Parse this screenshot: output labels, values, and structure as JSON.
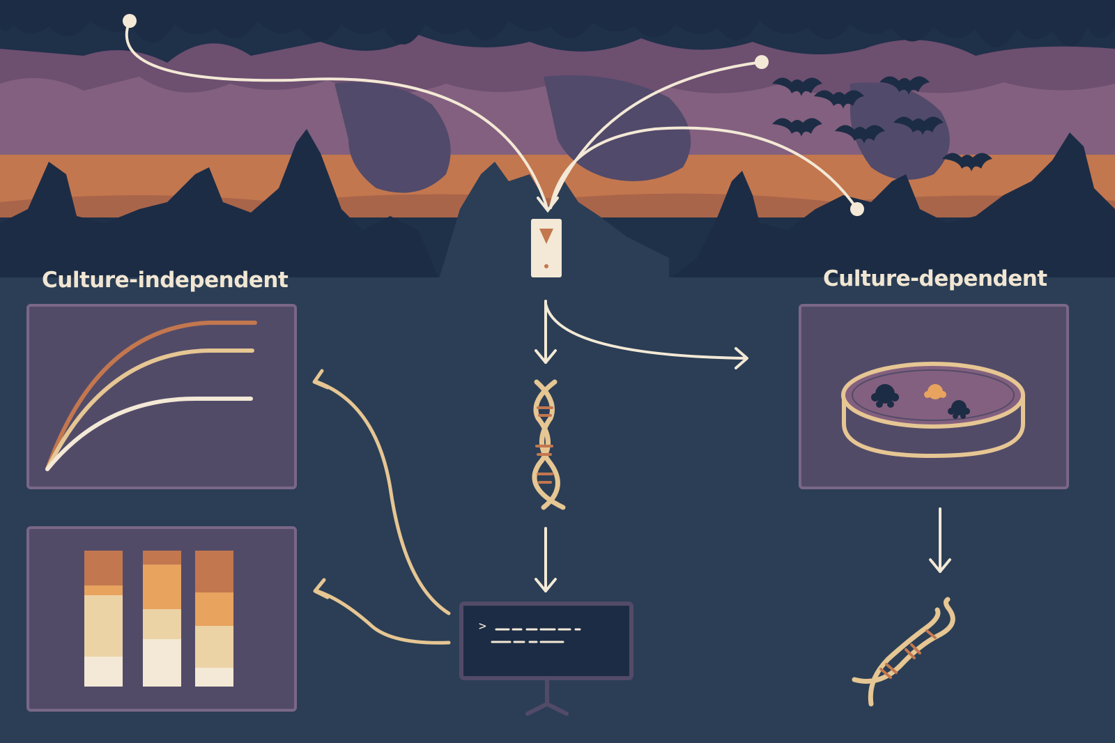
{
  "labels": {
    "culture_independent": "Culture-independent",
    "culture_dependent": "Culture-dependent"
  },
  "icons": [
    "cave-scene",
    "bat-icon",
    "sample-tube-icon",
    "dna-helix-icon",
    "computer-terminal-icon",
    "rarefaction-curve-chart",
    "stacked-bar-chart",
    "petri-dish-icon",
    "dna-helix-diagonal-icon"
  ],
  "colors": {
    "background": "#2b3e55",
    "cave_dark": "#1c2c45",
    "cave_purple": "#7a5878",
    "cave_orange": "#c3774f",
    "panel": "#524b68",
    "panel_border": "#7a6787",
    "cream": "#f3e9d6",
    "sand": "#e6c693",
    "orange": "#e8a35f",
    "rust": "#c3774f"
  },
  "terminal": {
    "prompt": ">"
  }
}
